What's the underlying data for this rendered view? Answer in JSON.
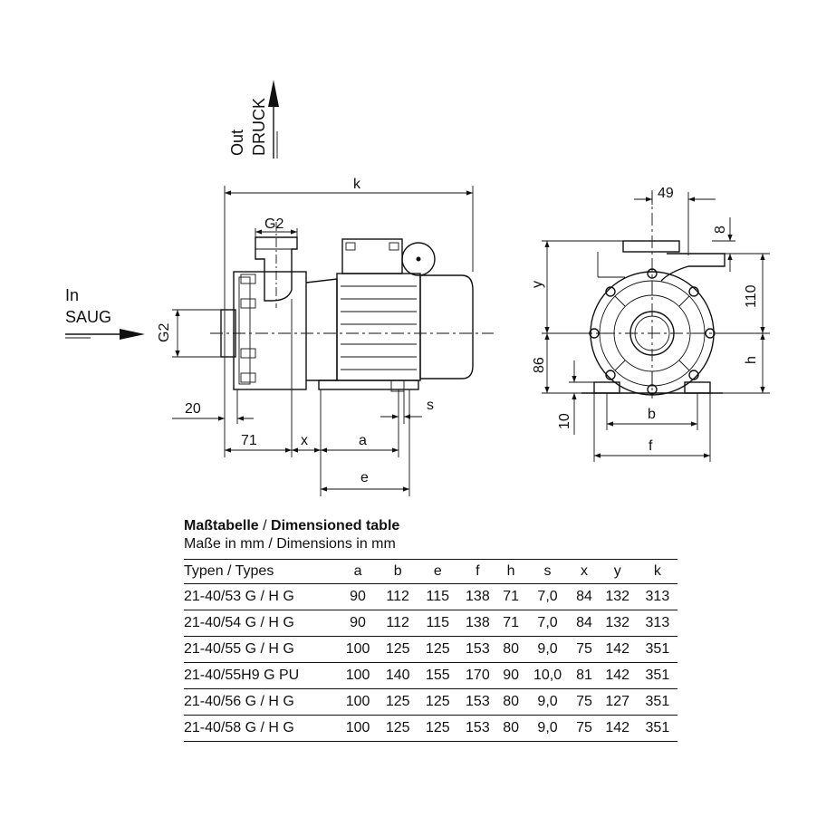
{
  "labels": {
    "out": "Out",
    "druck": "DRUCK",
    "in": "In",
    "saug": "SAUG",
    "k": "k",
    "g2_top": "G2",
    "g2_side": "G2",
    "d20": "20",
    "d71": "71",
    "x": "x",
    "a": "a",
    "e": "e",
    "s": "s",
    "d49": "49",
    "d8": "8",
    "y": "y",
    "d110": "110",
    "d86": "86",
    "h": "h",
    "d10": "10",
    "b": "b",
    "f": "f"
  },
  "table": {
    "title_de": "Maßtabelle",
    "title_sep": " / ",
    "title_en": "Dimensioned table",
    "subtitle": "Maße in mm / Dimensions in mm",
    "headers": [
      "Typen / Types",
      "a",
      "b",
      "e",
      "f",
      "h",
      "s",
      "x",
      "y",
      "k"
    ],
    "rows": [
      [
        "21-40/53 G / H G",
        "90",
        "112",
        "115",
        "138",
        "71",
        "7,0",
        "84",
        "132",
        "313"
      ],
      [
        "21-40/54 G / H G",
        "90",
        "112",
        "115",
        "138",
        "71",
        "7,0",
        "84",
        "132",
        "313"
      ],
      [
        "21-40/55 G / H G",
        "100",
        "125",
        "125",
        "153",
        "80",
        "9,0",
        "75",
        "142",
        "351"
      ],
      [
        "21-40/55H9 G PU",
        "100",
        "140",
        "155",
        "170",
        "90",
        "10,0",
        "81",
        "142",
        "351"
      ],
      [
        "21-40/56 G / H G",
        "100",
        "125",
        "125",
        "153",
        "80",
        "9,0",
        "75",
        "127",
        "351"
      ],
      [
        "21-40/58 G / H G",
        "100",
        "125",
        "125",
        "153",
        "80",
        "9,0",
        "75",
        "142",
        "351"
      ]
    ]
  }
}
